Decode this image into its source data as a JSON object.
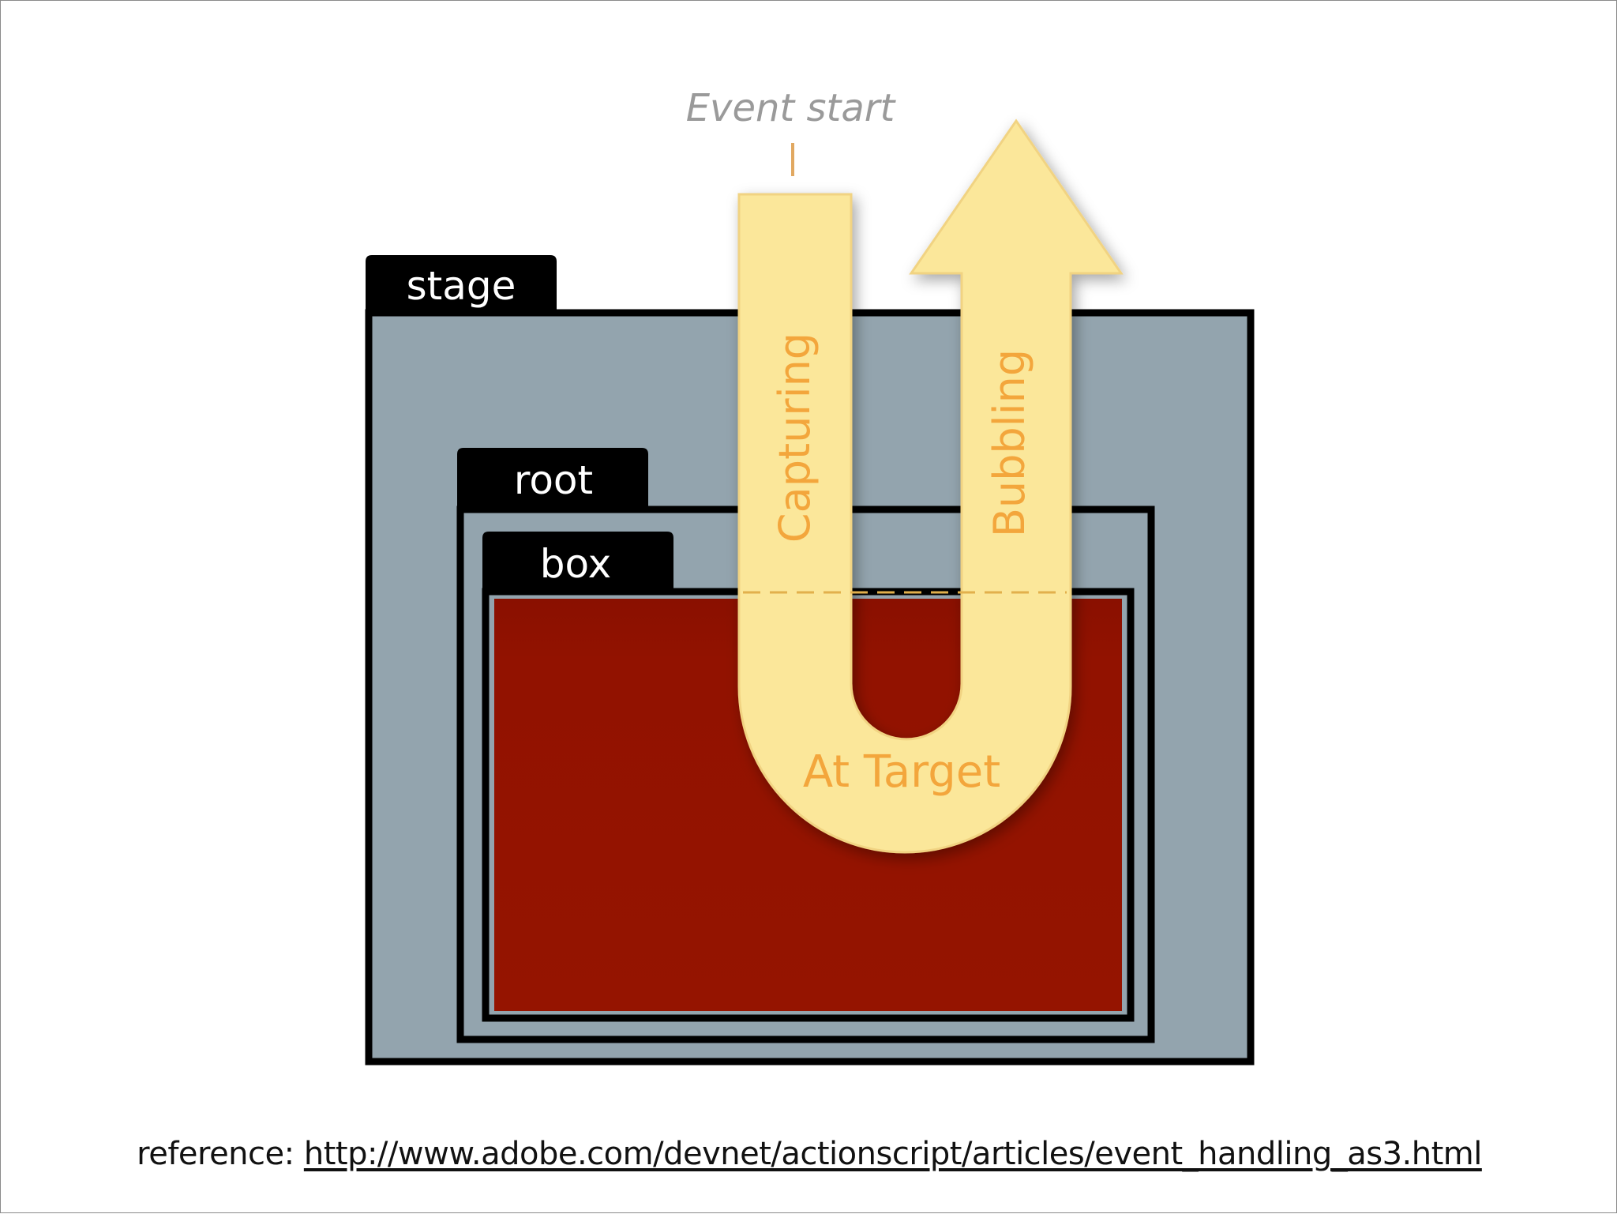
{
  "diagram": {
    "containers": [
      {
        "id": "stage",
        "label": "stage"
      },
      {
        "id": "root",
        "label": "root"
      },
      {
        "id": "box",
        "label": "box"
      }
    ],
    "event_start_label": "Event start",
    "phases": {
      "capturing": "Capturing",
      "at_target": "At Target",
      "bubbling": "Bubbling"
    },
    "colors": {
      "container_fill": "#93a4ae",
      "container_border": "#000000",
      "tab_fill": "#000000",
      "tab_text": "#ffffff",
      "target_fill": "#921200",
      "arrow_fill": "#fbe79a",
      "arrow_text": "#f3a63c",
      "event_start_text": "#9a9a9a"
    }
  },
  "footer": {
    "prefix": "reference:",
    "link_text": "http://www.adobe.com/devnet/actionscript/articles/event_handling_as3.html"
  }
}
